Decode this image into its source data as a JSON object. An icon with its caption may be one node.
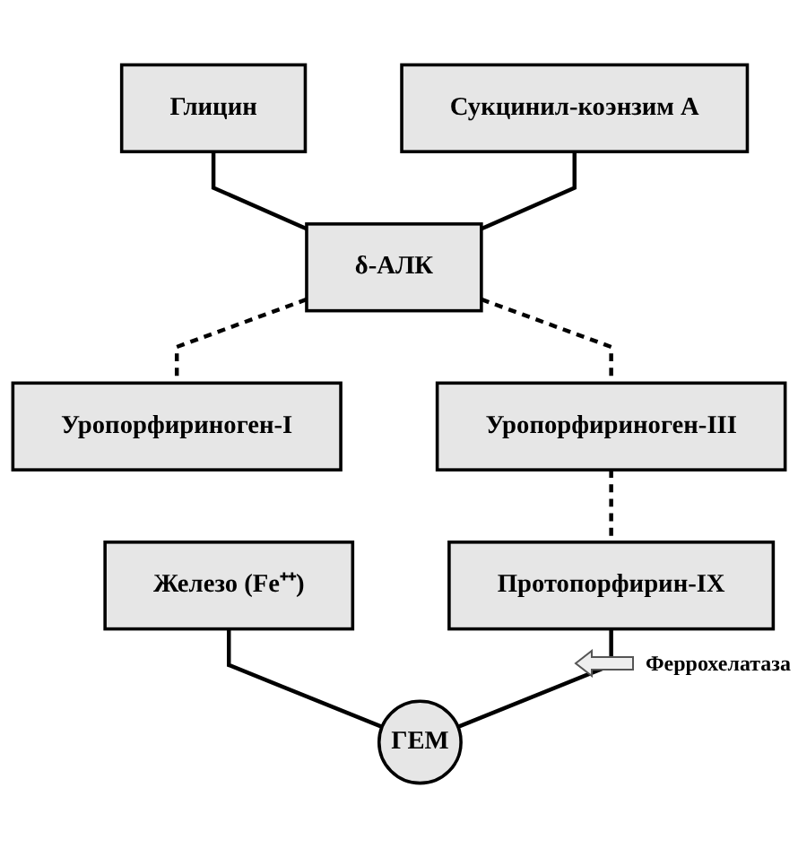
{
  "diagram": {
    "nodes": [
      {
        "text": [
          "Глицин"
        ]
      },
      {
        "text": [
          "Сукцинил-коэнзим А"
        ]
      },
      {
        "text": [
          "δ-АЛК"
        ]
      },
      {
        "text": [
          "Уропорфириноген-I"
        ]
      },
      {
        "text": [
          "Уропорфириноген-III"
        ]
      },
      {
        "text": [
          "Железо (Fe⁺⁺)"
        ]
      },
      {
        "text": [
          "Протопорфирин-IX"
        ]
      },
      {
        "text": [
          "ГЕМ"
        ]
      }
    ],
    "edges": [
      {
        "from": 0,
        "to": 2,
        "arrow": "none"
      },
      {
        "from": 1,
        "to": 2,
        "arrow": "none"
      },
      {
        "from": 2,
        "to": 3,
        "arrow": "none",
        "style": "dashed"
      },
      {
        "from": 2,
        "to": 4,
        "arrow": "none",
        "style": "dashed"
      },
      {
        "from": 4,
        "to": 6,
        "arrow": "none",
        "style": "dashed"
      },
      {
        "from": 5,
        "to": 7,
        "arrow": "none"
      },
      {
        "from": 6,
        "to": 7,
        "arrow": "none"
      }
    ],
    "labels": [
      "Феррохелатаза"
    ]
  }
}
